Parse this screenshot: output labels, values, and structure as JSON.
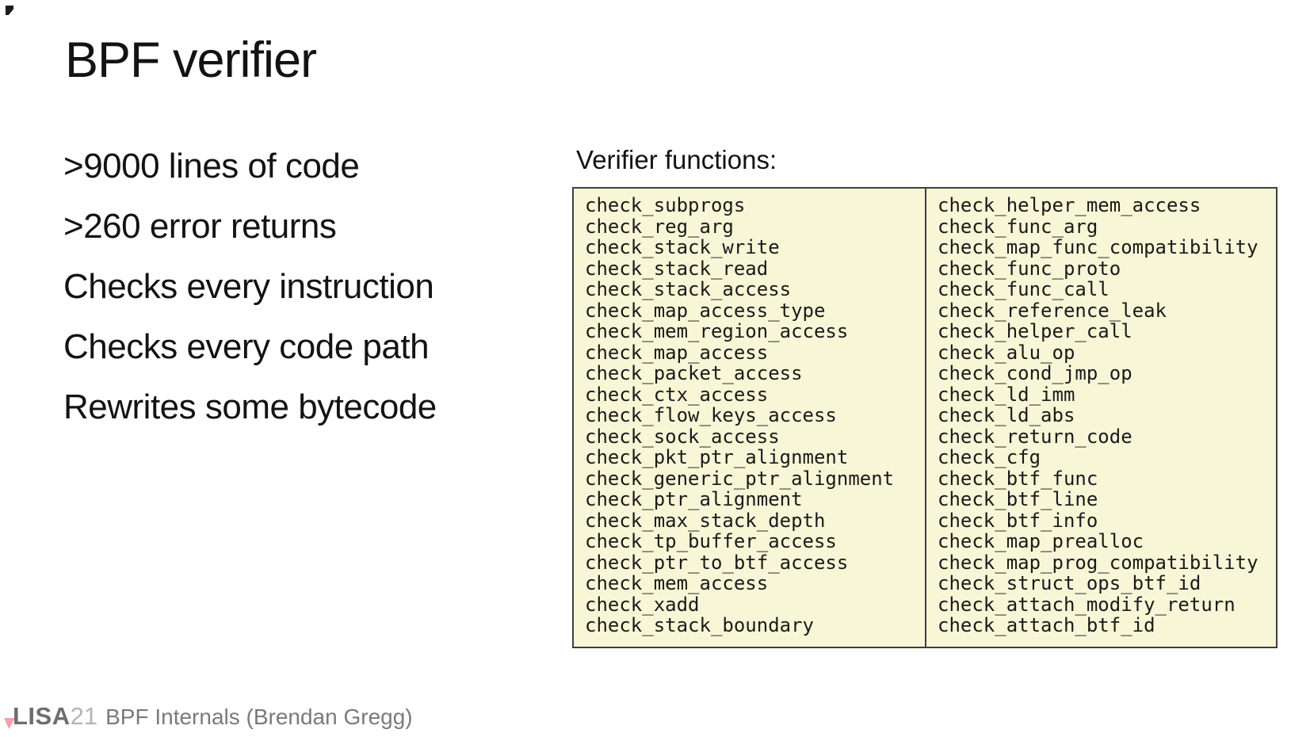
{
  "colors": {
    "box_bg": "#f7f7d7",
    "box_border": "#3f3f3f",
    "text": "#111111",
    "footer_text": "#7a7a7a",
    "logo_gray": "#6d6d6d",
    "logo_year": "#b4b4b4",
    "logo_pink": "#f0a3ab"
  },
  "title": "BPF verifier",
  "bullets": [
    ">9000 lines of code",
    ">260 error returns",
    "Checks every instruction",
    "Checks every code path",
    "Rewrites some bytecode"
  ],
  "verifier": {
    "label": "Verifier functions:",
    "left_column": [
      "check_subprogs",
      "check_reg_arg",
      "check_stack_write",
      "check_stack_read",
      "check_stack_access",
      "check_map_access_type",
      "check_mem_region_access",
      "check_map_access",
      "check_packet_access",
      "check_ctx_access",
      "check_flow_keys_access",
      "check_sock_access",
      "check_pkt_ptr_alignment",
      "check_generic_ptr_alignment",
      "check_ptr_alignment",
      "check_max_stack_depth",
      "check_tp_buffer_access",
      "check_ptr_to_btf_access",
      "check_mem_access",
      "check_xadd",
      "check_stack_boundary"
    ],
    "right_column": [
      "check_helper_mem_access",
      "check_func_arg",
      "check_map_func_compatibility",
      "check_func_proto",
      "check_func_call",
      "check_reference_leak",
      "check_helper_call",
      "check_alu_op",
      "check_cond_jmp_op",
      "check_ld_imm",
      "check_ld_abs",
      "check_return_code",
      "check_cfg",
      "check_btf_func",
      "check_btf_line",
      "check_btf_info",
      "check_map_prealloc",
      "check_map_prog_compatibility",
      "check_struct_ops_btf_id",
      "check_attach_modify_return",
      "check_attach_btf_id"
    ]
  },
  "footer": {
    "logo": "LISA",
    "year": "21",
    "credit": "BPF Internals (Brendan Gregg)"
  }
}
